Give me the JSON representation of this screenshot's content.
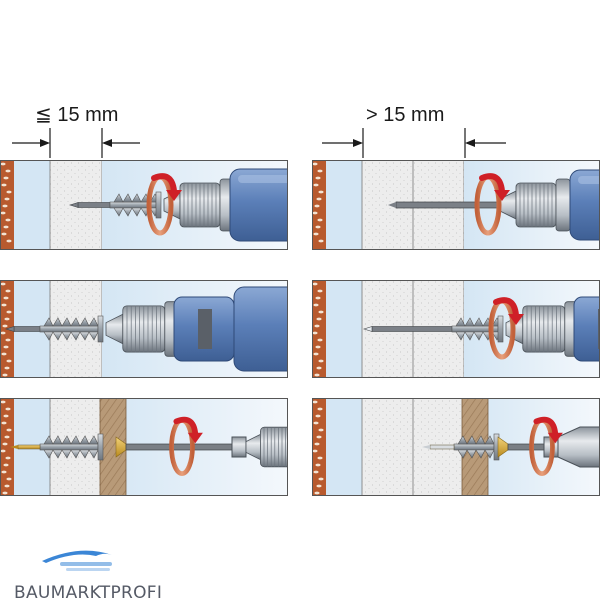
{
  "labels": {
    "left_dimension": "≦ 15 mm",
    "right_dimension": "> 15 mm"
  },
  "logo": {
    "text": "BAUMARKTPROFI",
    "swoosh_color": "#3b86d6",
    "swoosh_name": "roof-swoosh-logo"
  },
  "colors": {
    "brick": "#b85a2e",
    "brick_spot": "#f3e3d3",
    "insulation_blue": "#d4e6f4",
    "board": "#ededed",
    "board_speck": "#bdbdbd",
    "wood": "#b89a78",
    "drill_blue": "#5b7fb8",
    "metal": "#c6ccd2",
    "metal_dark": "#6b737c",
    "arrow_red": "#cf2027",
    "rotation_ring": "#d9825c"
  },
  "panels": [
    {
      "id": "left-step-1",
      "column": "left",
      "step": 1,
      "board_thickness": "≦ 15 mm",
      "tool": "drill-with-anchor",
      "stage": "drilling"
    },
    {
      "id": "left-step-2",
      "column": "left",
      "step": 2,
      "board_thickness": "≦ 15 mm",
      "tool": "drill-with-anchor",
      "stage": "anchor-screwed-in"
    },
    {
      "id": "left-step-3",
      "column": "left",
      "step": 3,
      "board_thickness": "≦ 15 mm",
      "tool": "screwdriver-bit",
      "stage": "fixing-with-screw"
    },
    {
      "id": "right-step-1",
      "column": "right",
      "step": 1,
      "board_thickness": "> 15 mm",
      "tool": "drill-bit",
      "stage": "pre-drilling"
    },
    {
      "id": "right-step-2",
      "column": "right",
      "step": 2,
      "board_thickness": "> 15 mm",
      "tool": "drill-with-anchor",
      "stage": "anchor-screwed-in"
    },
    {
      "id": "right-step-3",
      "column": "right",
      "step": 3,
      "board_thickness": "> 15 mm",
      "tool": "screwdriver-bit",
      "stage": "fixing-with-screw"
    }
  ]
}
